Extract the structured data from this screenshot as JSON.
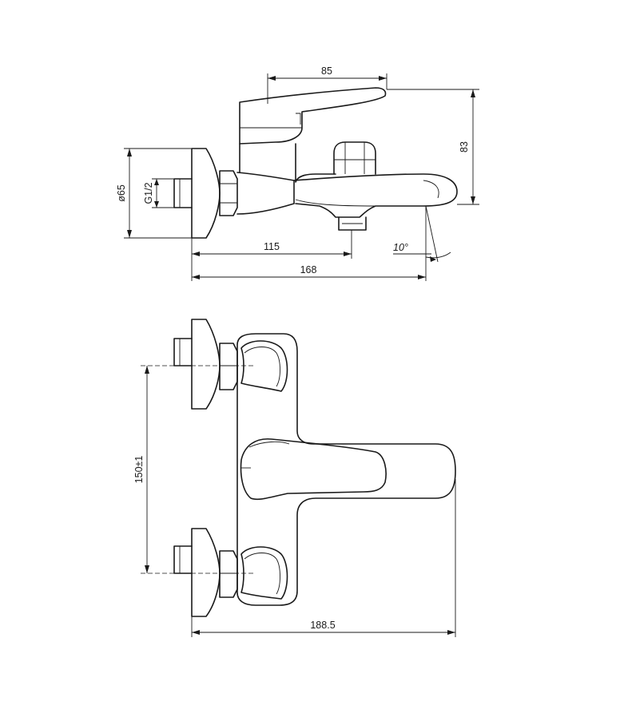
{
  "dimensions": {
    "d85": "85",
    "d83": "83",
    "d65": "ø65",
    "g12": "G1/2",
    "d115": "115",
    "d168": "168",
    "angle": "10°",
    "d150": "150±1",
    "d188": "188.5"
  }
}
